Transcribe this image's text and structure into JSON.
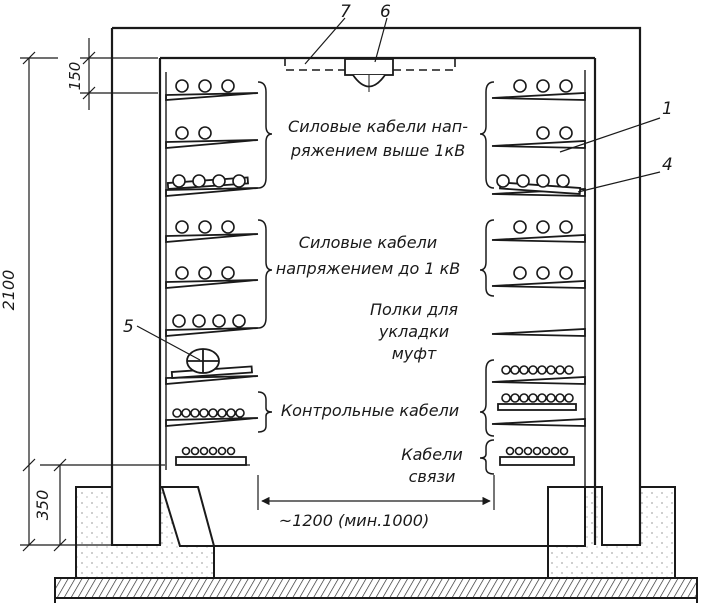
{
  "dimensions": {
    "d150": "150",
    "d2100": "2100",
    "d350": "350",
    "width": "~1200 (мин.1000)"
  },
  "callouts": {
    "c1": "1",
    "c4": "4",
    "c5": "5",
    "c6": "6",
    "c7": "7"
  },
  "labels": {
    "power_high_line1": "Силовые кабели нап-",
    "power_high_line2": "ряжением выше 1кВ",
    "power_low_line1": "Силовые кабели",
    "power_low_line2": "напряжением до 1 кВ",
    "joints_line1": "Полки для",
    "joints_line2": "укладки",
    "joints_line3": "муфт",
    "control": "Контрольные кабели",
    "comm_line1": "Кабели",
    "comm_line2": "связи"
  },
  "colors": {
    "ink": "#1a1a1a",
    "paper": "#ffffff"
  }
}
